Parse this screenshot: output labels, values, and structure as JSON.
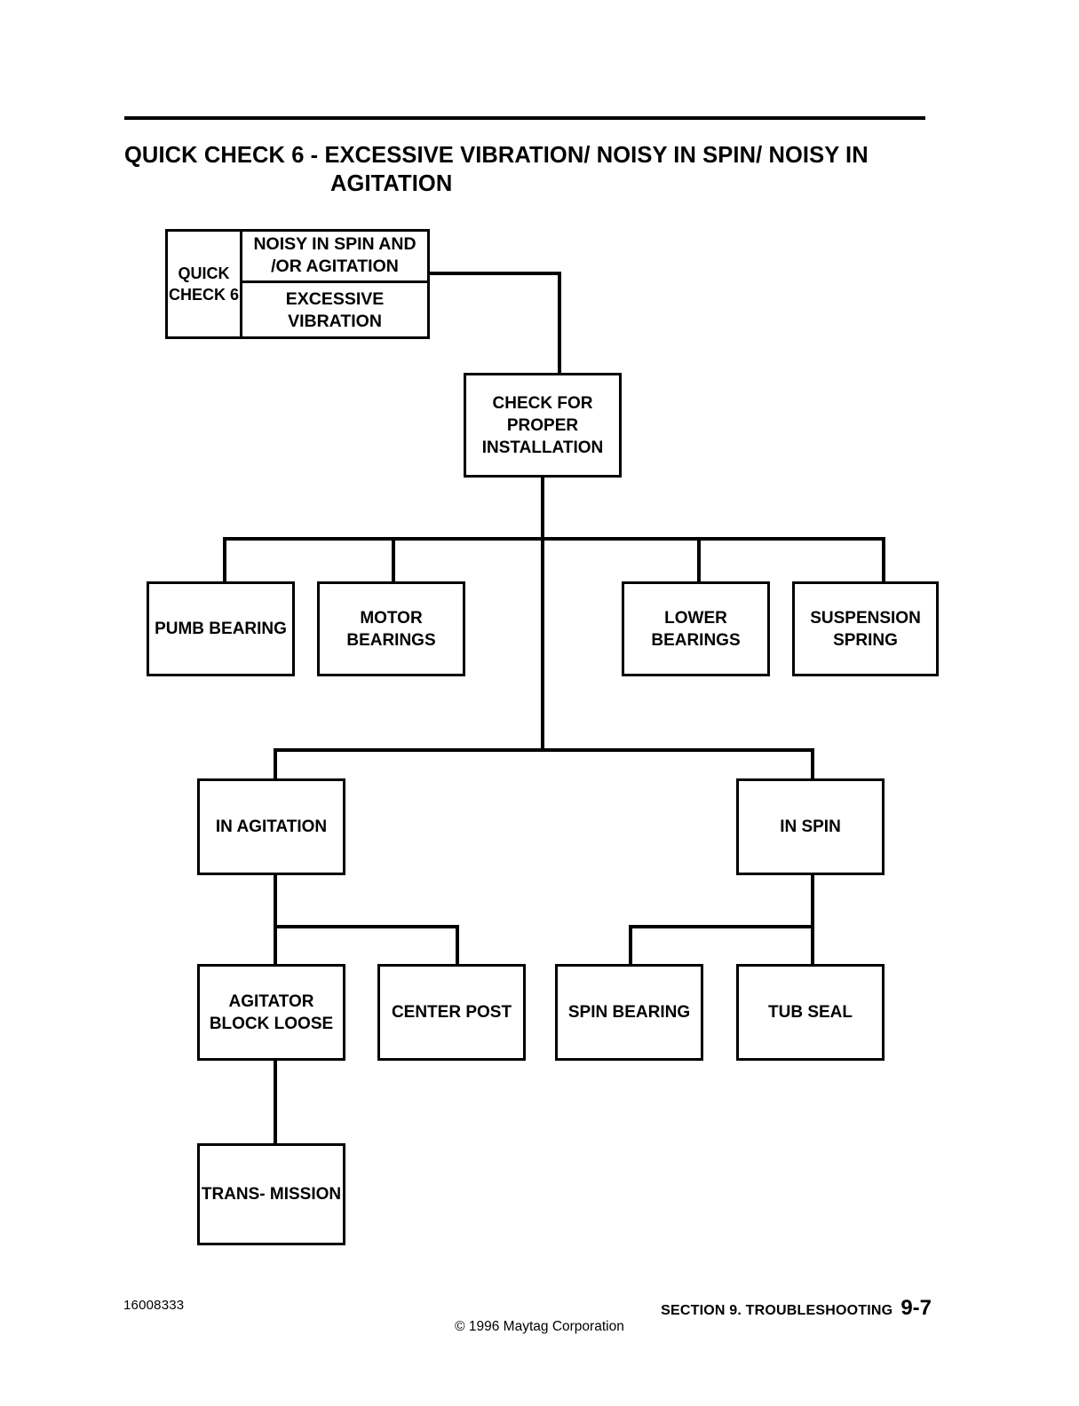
{
  "document": {
    "title_line1": "QUICK CHECK 6 - EXCESSIVE VIBRATION/ NOISY IN SPIN/ NOISY IN",
    "title_line2": "AGITATION"
  },
  "flowchart": {
    "start_node": {
      "left_cell": "QUICK CHECK 6",
      "symptom_primary": "NOISY IN SPIN AND /OR AGITATION",
      "symptom_secondary": "EXCESSIVE VIBRATION"
    },
    "nodes": {
      "check_installation": "CHECK FOR PROPER INSTALLATION",
      "pump_bearing": "PUMB BEARING",
      "motor_bearings": "MOTOR BEARINGS",
      "lower_bearings": "LOWER BEARINGS",
      "suspension_spring": "SUSPENSION SPRING",
      "in_agitation": "IN AGITATION",
      "in_spin": "IN SPIN",
      "agitator_block_loose": "AGITATOR BLOCK LOOSE",
      "center_post": "CENTER POST",
      "spin_bearing": "SPIN BEARING",
      "tub_seal": "TUB SEAL",
      "transmission": "TRANS- MISSION"
    }
  },
  "footer": {
    "part_number": "16008333",
    "copyright": "© 1996 Maytag Corporation",
    "section": "SECTION 9.  TROUBLESHOOTING",
    "page_number": "9-7"
  },
  "colors": {
    "ink": "#000000",
    "paper": "#ffffff"
  }
}
